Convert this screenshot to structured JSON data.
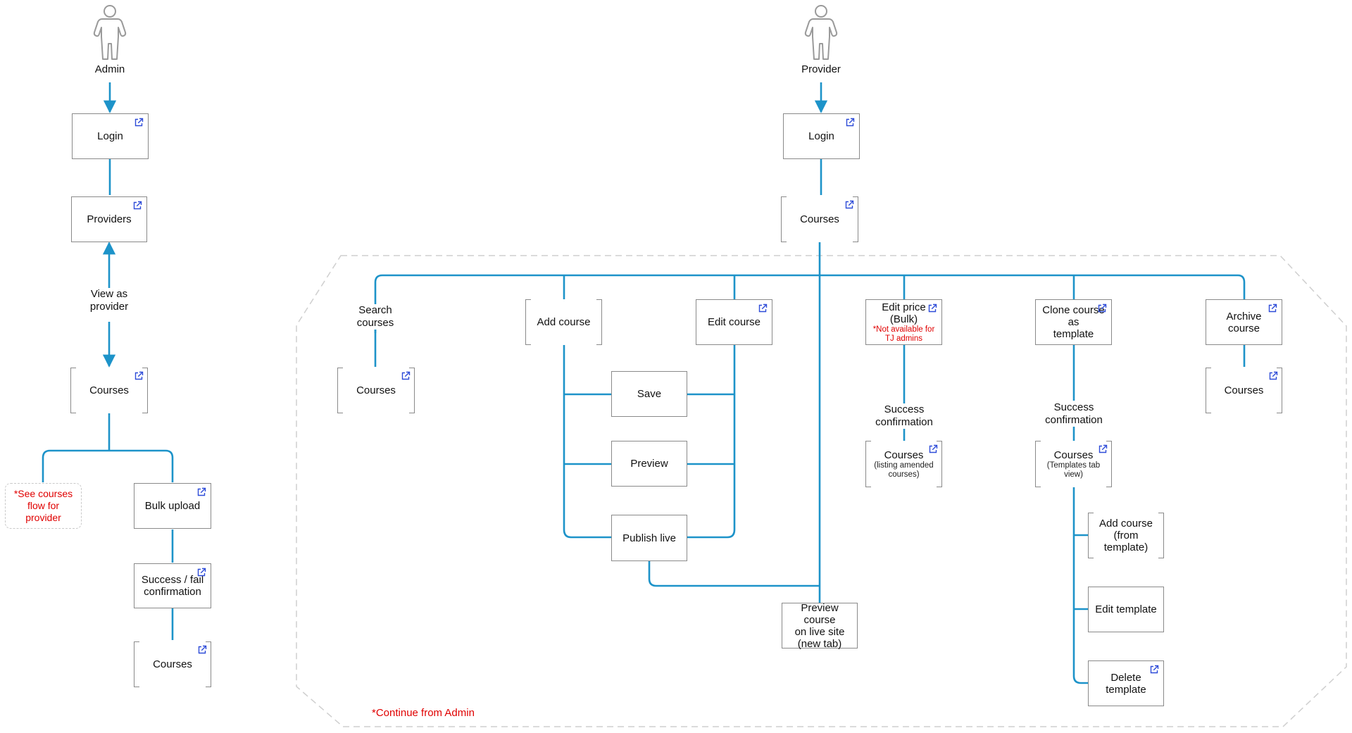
{
  "colors": {
    "connector": "#1d93c9",
    "box_border": "#8a8a8a",
    "note": "#e00000",
    "dashed": "#cfcfcf",
    "link_icon": "#2d4bd8"
  },
  "actors": {
    "admin": "Admin",
    "provider": "Provider"
  },
  "admin": {
    "login": "Login",
    "providers": "Providers",
    "view_as_provider": "View as\nprovider",
    "courses": "Courses",
    "see_courses_note": "*See courses\nflow for provider",
    "bulk_upload": "Bulk upload",
    "success_fail": "Success / fail\nconfirmation",
    "courses_after": "Courses"
  },
  "provider": {
    "login": "Login",
    "courses": "Courses",
    "search_courses": "Search\ncourses",
    "search_result_courses": "Courses",
    "add_course": "Add course",
    "edit_course": "Edit course",
    "save": "Save",
    "preview": "Preview",
    "publish_live": "Publish live",
    "preview_live_site": "Preview course\non live site\n(new tab)",
    "edit_price": "Edit price\n(Bulk)",
    "edit_price_note": "*Not available for\nTJ admins",
    "price_success": "Success\nconfirmation",
    "price_courses": "Courses",
    "price_courses_sub": "(listing amended\ncourses)",
    "clone_template": "Clone course as\ntemplate",
    "clone_success": "Success\nconfirmation",
    "clone_courses": "Courses",
    "clone_courses_sub": "(Templates tab\nview)",
    "add_from_template": "Add course\n(from template)",
    "edit_template": "Edit template",
    "delete_template": "Delete template",
    "archive_course": "Archive course",
    "archive_courses": "Courses"
  },
  "continue_note": "*Continue from Admin",
  "icons": {
    "actor": "person-outline-icon",
    "link": "external-link-icon"
  }
}
